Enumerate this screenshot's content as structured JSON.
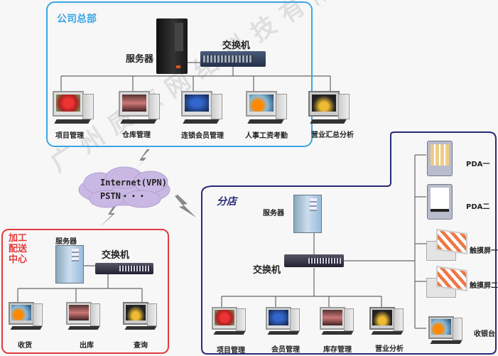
{
  "diagram": {
    "watermark": "广州质德网络科技有限公司",
    "headquarters": {
      "title": "公司总部",
      "server_label": "服务器",
      "switch_label": "交换机",
      "workstations": [
        "项目管理",
        "仓库管理",
        "连锁会员管理",
        "人事工资考勤",
        "营业汇总分析"
      ],
      "color": "#3aa6e6"
    },
    "network_cloud": {
      "line1": "Internet(VPN)",
      "line2": "PSTN・・・",
      "color": "#c9b8e3"
    },
    "distribution_center": {
      "title_lines": [
        "加工",
        "配送",
        "中心"
      ],
      "server_label": "服务器",
      "switch_label": "交换机",
      "workstations": [
        "收货",
        "出库",
        "查询"
      ],
      "color": "#e43a3a"
    },
    "branch": {
      "title": "分店",
      "server_label": "服务器",
      "switch_label": "交换机",
      "workstations": [
        "项目管理",
        "会员管理",
        "库存管理",
        "营业分析"
      ],
      "devices": [
        "PDA一",
        "PDA二",
        "触摸屏一",
        "触摸屏二",
        "收银台"
      ],
      "color": "#2a2a7a"
    }
  }
}
